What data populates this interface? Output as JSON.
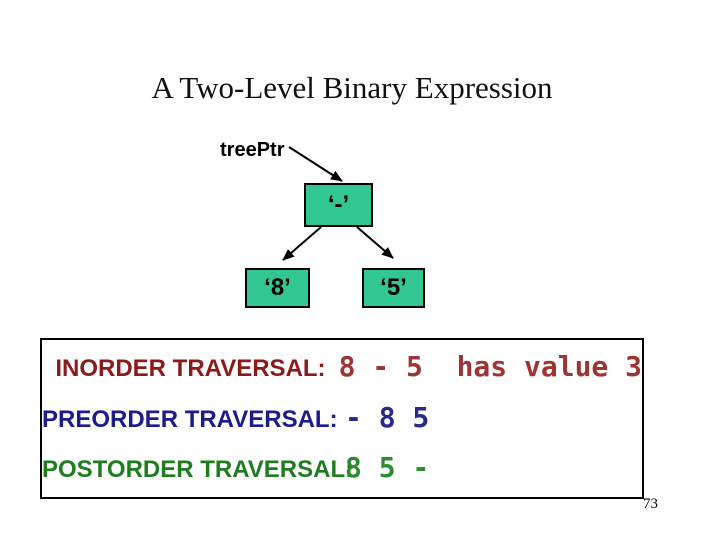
{
  "slide": {
    "title": "A Two-Level Binary Expression",
    "page_number": "73",
    "background_color": "#ffffff"
  },
  "tree": {
    "pointer_label": "treePtr",
    "root_label": "‘-’",
    "left_child_label": "‘8’",
    "right_child_label": "‘5’",
    "node_fill_color": "#32C692",
    "node_border_color": "#000000",
    "arrow_color": "#000000"
  },
  "traversals": {
    "rows": [
      {
        "label": "INORDER TRAVERSAL:",
        "value": "8 - 5  has value 3",
        "label_color": "#8B1A1A",
        "value_color": "#9E3434"
      },
      {
        "label": "PREORDER TRAVERSAL:",
        "value": "- 8 5",
        "label_color": "#1C1C8F",
        "value_color": "#28288F"
      },
      {
        "label": "POSTORDER TRAVERSAL:",
        "value": "8 5 -",
        "label_color": "#1E7D1E",
        "value_color": "#2E8B2E"
      }
    ]
  }
}
